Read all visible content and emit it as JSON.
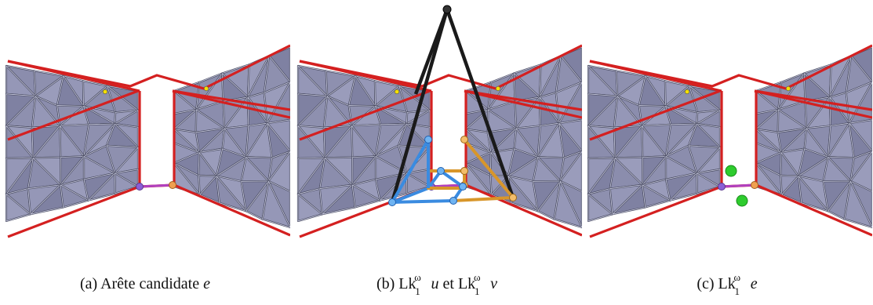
{
  "panels": [
    {
      "id": "a",
      "caption_prefix": "(a) Arête candidate",
      "caption_var": "e"
    },
    {
      "id": "b",
      "caption_prefix": "(b)",
      "lk_base": "Lk",
      "lk_sup": "ω",
      "lk_sub": "1",
      "var_u": "u",
      "conj": "et",
      "var_v": "v"
    },
    {
      "id": "c",
      "caption_prefix": "(c)",
      "lk_base": "Lk",
      "lk_sup": "ω",
      "lk_sub": "1",
      "var_e": "e"
    }
  ],
  "colors": {
    "mesh_fill": "#8a8cab",
    "mesh_edge": "#4b4d63",
    "boundary": "#d42020",
    "vertex_u": "#8b5fd6",
    "vertex_v": "#f0a050",
    "edge_e": "#b040c0",
    "link_u": "#3a8be0",
    "link_v": "#d8962a",
    "apex": "#1a1a1a",
    "marker_green": "#2ecc2e",
    "marker_yellow": "#f5e000"
  }
}
